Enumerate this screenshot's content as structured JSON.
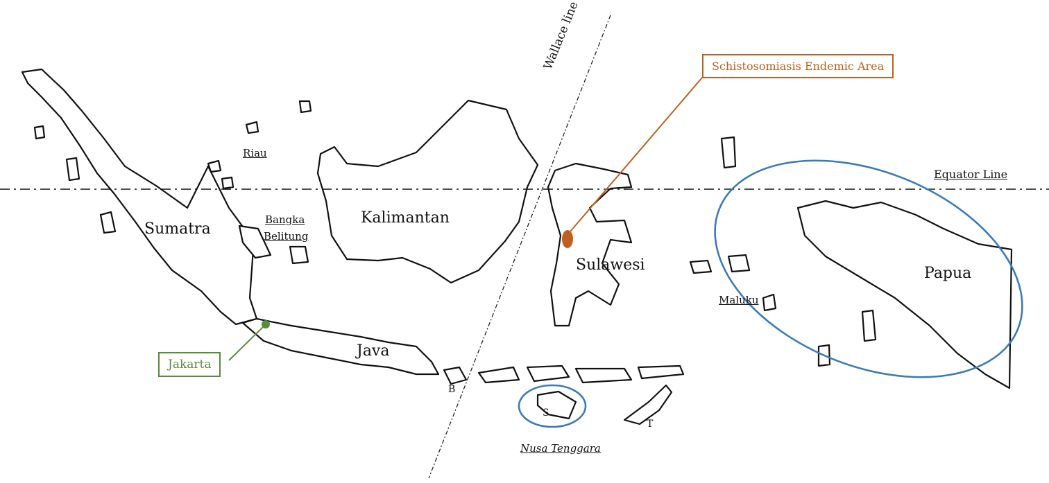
{
  "labels": {
    "sumatra": "Sumatra",
    "kalimantan": "Kalimantan",
    "sulawesi": "Sulawesi",
    "java": "Java",
    "papua": "Papua",
    "riau": "Riau",
    "bangka": "Bangka",
    "belitung": "Belitung",
    "maluku": "Maluku",
    "nusa_tenggara": "Nusa Tenggara",
    "b": "B",
    "s": "S",
    "t": "T"
  },
  "lines": {
    "wallace": "Wallace line",
    "equator": "Equator Line"
  },
  "callouts": {
    "schisto": "Schistosomiasis Endemic Area",
    "jakarta": "Jakarta"
  },
  "colors": {
    "schisto": "#c0601e",
    "jakarta": "#5a8a3a",
    "circle": "#3d7ab8"
  }
}
